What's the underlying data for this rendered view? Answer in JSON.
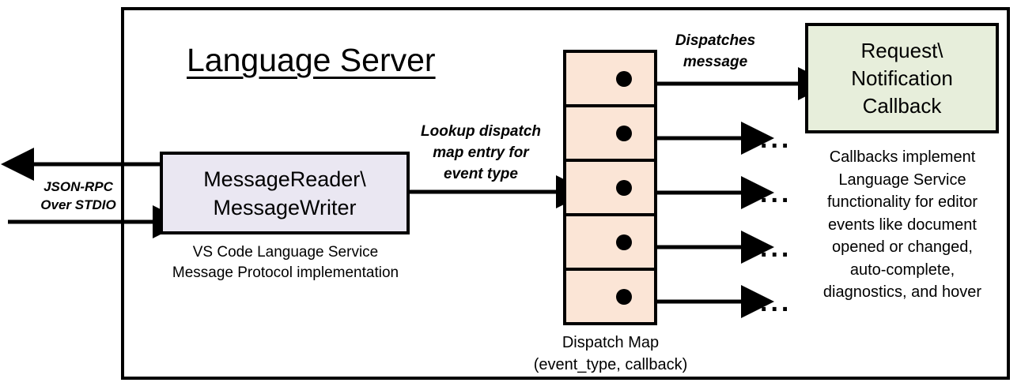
{
  "diagram": {
    "title": "Language Server",
    "frame_color": "#000000",
    "background": "#ffffff"
  },
  "io": {
    "label": "JSON-RPC\nOver STDIO",
    "label_line1": "JSON-RPC",
    "label_line2": "Over STDIO",
    "inbound_arrow": "arrow-right-into-message-box",
    "outbound_arrow": "arrow-left-out-of-server"
  },
  "message_box": {
    "line1": "MessageReader\\",
    "line2": "MessageWriter",
    "fill": "#EAE7F2",
    "caption_line1": "VS Code Language Service",
    "caption_line2": "Message Protocol implementation"
  },
  "lookup": {
    "label_line1": "Lookup dispatch",
    "label_line2": "map entry for",
    "label_line3": "event type"
  },
  "dispatch_map": {
    "fill": "#FBE5D6",
    "rows": 5,
    "entries": [
      {
        "dot": "entry-dot",
        "target": "Request\\Notification Callback"
      },
      {
        "dot": "entry-dot",
        "target": "..."
      },
      {
        "dot": "entry-dot",
        "target": "..."
      },
      {
        "dot": "entry-dot",
        "target": "..."
      },
      {
        "dot": "entry-dot",
        "target": "..."
      }
    ],
    "caption_line1": "Dispatch Map",
    "caption_line2": "(event_type, callback)",
    "ellipsis": "..."
  },
  "dispatches": {
    "label_line1": "Dispatches",
    "label_line2": "message"
  },
  "callback_box": {
    "line1": "Request\\",
    "line2": "Notification",
    "line3": "Callback",
    "fill": "#E7EEDB",
    "caption": "Callbacks implement Language Service functionality for editor events like document opened or changed, auto-complete, diagnostics, and hover",
    "caption_line1": "Callbacks implement",
    "caption_line2": "Language Service",
    "caption_line3": "functionality for editor",
    "caption_line4": "events like document",
    "caption_line5": "opened or changed,",
    "caption_line6": "auto-complete,",
    "caption_line7": "diagnostics, and hover"
  }
}
